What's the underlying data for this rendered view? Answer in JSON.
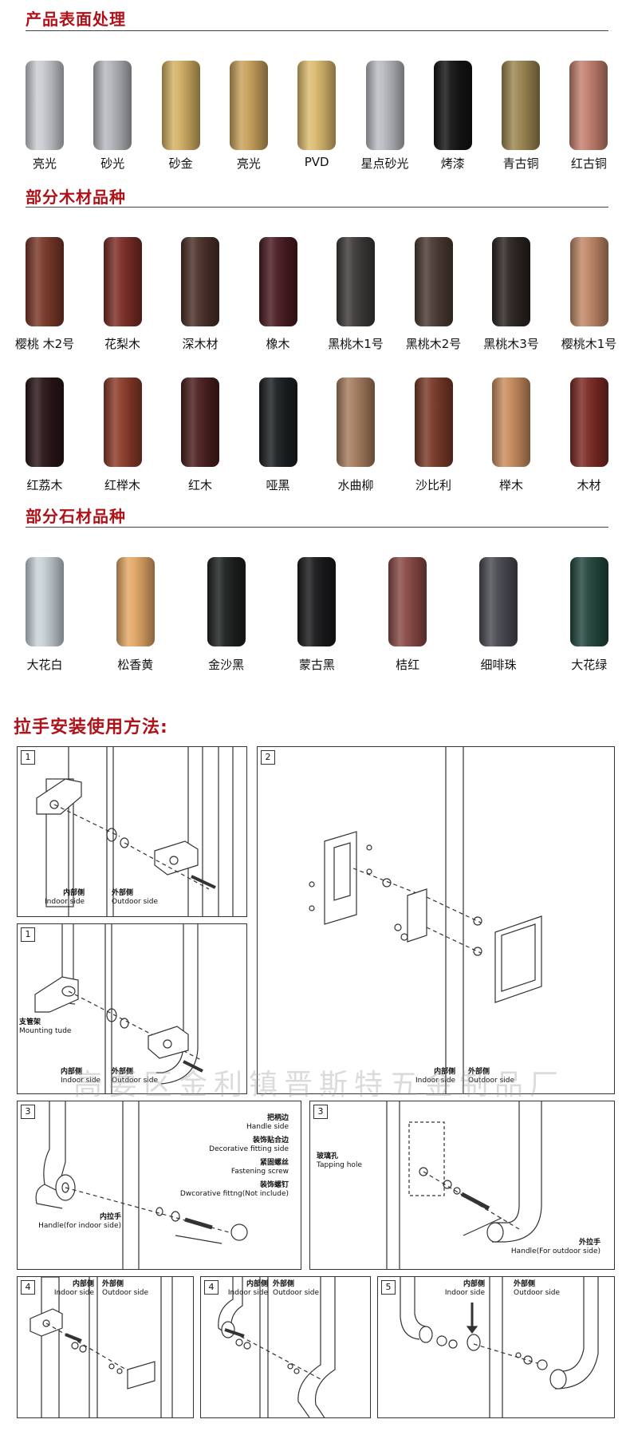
{
  "sections": {
    "finish_title": "产品表面处理",
    "wood_title": "部分木材品种",
    "stone_title": "部分石材品种",
    "install_title": "拉手安装使用方法:"
  },
  "finishes": [
    {
      "label": "亮光",
      "color": "#c9ccd1"
    },
    {
      "label": "砂光",
      "color": "#b3b6bb"
    },
    {
      "label": "砂金",
      "color": "#d3b063"
    },
    {
      "label": "亮光",
      "color": "#c9a25c"
    },
    {
      "label": "PVD",
      "color": "#dcbb6e"
    },
    {
      "label": "星点砂光",
      "color": "#b8bbc0"
    },
    {
      "label": "烤漆",
      "color": "#141414"
    },
    {
      "label": "青古铜",
      "color": "#9b8650"
    },
    {
      "label": "红古铜",
      "color": "#c4806e"
    }
  ],
  "woods_row1": [
    {
      "label": "樱桃 木2号",
      "color": "#7a3828"
    },
    {
      "label": "花梨木",
      "color": "#7c2d26"
    },
    {
      "label": "深木材",
      "color": "#4b3028"
    },
    {
      "label": "橡木",
      "color": "#4a1c22"
    },
    {
      "label": "黑桃木1号",
      "color": "#3d3a38"
    },
    {
      "label": "黑桃木2号",
      "color": "#4b3a34"
    },
    {
      "label": "黑桃木3号",
      "color": "#2b2422"
    },
    {
      "label": "樱桃木1号",
      "color": "#c08767"
    }
  ],
  "woods_row2": [
    {
      "label": "红荔木",
      "color": "#2a1518"
    },
    {
      "label": "红榉木",
      "color": "#8c3b2a"
    },
    {
      "label": "红木",
      "color": "#4a1f1e"
    },
    {
      "label": "哑黑",
      "color": "#1c2022"
    },
    {
      "label": "水曲柳",
      "color": "#a67c5e"
    },
    {
      "label": "沙比利",
      "color": "#7a3a2a"
    },
    {
      "label": "榉木",
      "color": "#c98c5e"
    },
    {
      "label": "木材",
      "color": "#7c2a24"
    }
  ],
  "stones": [
    {
      "label": "大花白",
      "color": "#c8d2d8"
    },
    {
      "label": "松香黄",
      "color": "#e3a866"
    },
    {
      "label": "金沙黑",
      "color": "#1d2120"
    },
    {
      "label": "蒙古黑",
      "color": "#1a1a1c"
    },
    {
      "label": "桔红",
      "color": "#8a4a45"
    },
    {
      "label": "细啡珠",
      "color": "#4a4b52"
    },
    {
      "label": "大花绿",
      "color": "#23473e"
    }
  ],
  "install": {
    "panel1a": {
      "num": "1",
      "indoor_cn": "内部侧",
      "indoor_en": "Indoor side",
      "outdoor_cn": "外部侧",
      "outdoor_en": "Outdoor side"
    },
    "panel1b": {
      "num": "1",
      "mount_cn": "支管架",
      "mount_en": "Mounting tude",
      "indoor_cn": "内部侧",
      "indoor_en": "Indoor side",
      "outdoor_cn": "外部侧",
      "outdoor_en": "Outdoor side"
    },
    "panel2": {
      "num": "2",
      "indoor_cn": "内部侧",
      "indoor_en": "Indoor side",
      "outdoor_cn": "外部侧",
      "outdoor_en": "Outdoor side"
    },
    "panel3a": {
      "num": "3",
      "handle_side_cn": "把柄边",
      "handle_side_en": "Handle side",
      "deco_fit_cn": "装饰贴合边",
      "deco_fit_en": "Decorative fitting side",
      "fasten_cn": "紧固螺丝",
      "fasten_en": "Fastening screw",
      "deco_nut_cn": "装饰螺钉",
      "deco_nut_en": "Dwcorative fittng(Not include)",
      "handle_in_cn": "内拉手",
      "handle_in_en": "Handle(for indoor side)"
    },
    "panel3b": {
      "num": "3",
      "glass_cn": "玻璃孔",
      "glass_en": "Tapping hole",
      "handle_out_cn": "外拉手",
      "handle_out_en": "Handle(For outdoor side)"
    },
    "panel4a": {
      "num": "4",
      "indoor_cn": "内部侧",
      "indoor_en": "Indoor side",
      "outdoor_cn": "外部侧",
      "outdoor_en": "Outdoor side"
    },
    "panel4b": {
      "num": "4",
      "indoor_cn": "内部侧",
      "indoor_en": "Indoor side",
      "outdoor_cn": "外部侧",
      "outdoor_en": "Outdoor side"
    },
    "panel5": {
      "num": "5",
      "indoor_cn": "内部侧",
      "indoor_en": "Indoor side",
      "outdoor_cn": "外部侧",
      "outdoor_en": "Outdoor side"
    }
  },
  "watermark": "高要区金利镇晋斯特五金制品厂"
}
